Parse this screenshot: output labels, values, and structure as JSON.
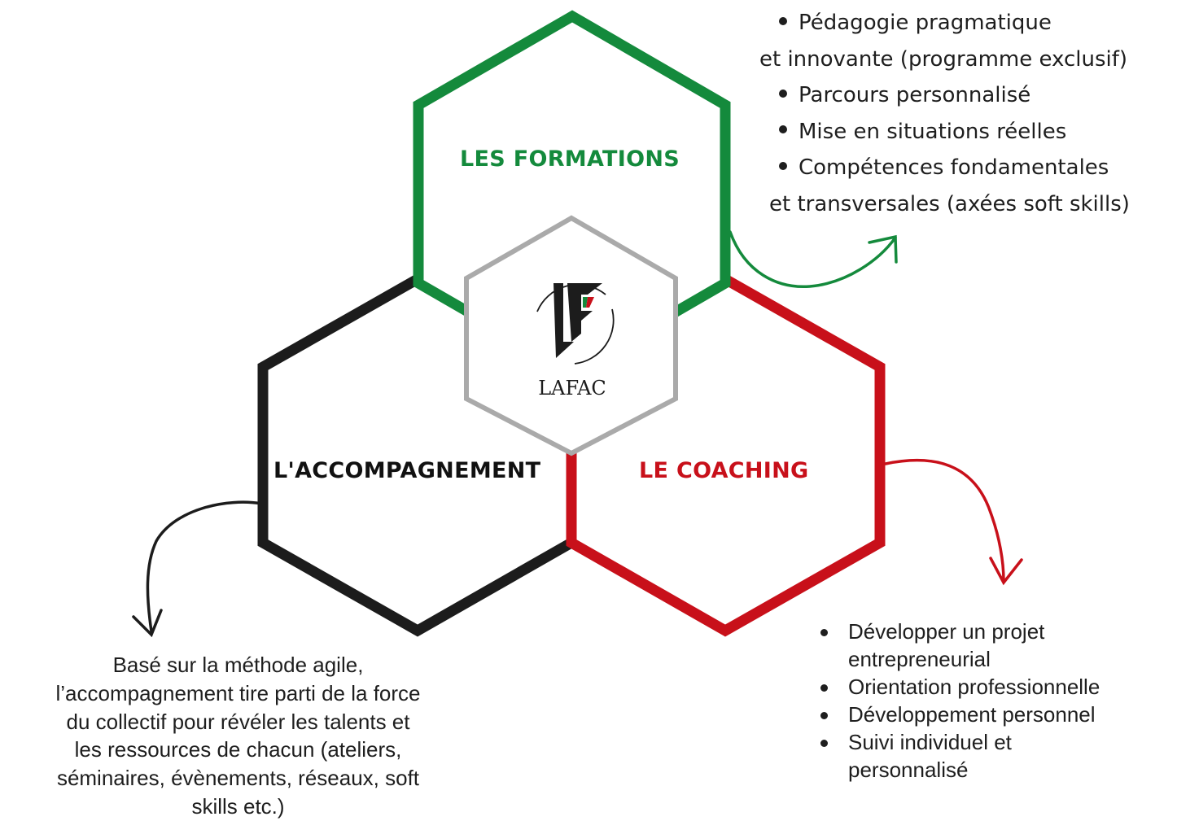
{
  "colors": {
    "formations": "#148a3c",
    "coaching": "#c8101a",
    "accompagnement": "#1c1c1c",
    "logo_hex": "#aaaaaa",
    "text": "#1e1e1e"
  },
  "hexagons": {
    "formations": {
      "title": "LES FORMATIONS"
    },
    "accompagnement": {
      "title": "L'ACCOMPAGNEMENT"
    },
    "coaching": {
      "title": "LE COACHING"
    }
  },
  "logo": {
    "text": "LAFAC",
    "icon": "lafac-logo-icon"
  },
  "formations_list": [
    {
      "text": "Pédagogie pragmatique",
      "bullet": true
    },
    {
      "text": "et innovante (programme exclusif)",
      "bullet": false
    },
    {
      "text": "Parcours personnalisé",
      "bullet": true
    },
    {
      "text": "Mise en situations réelles",
      "bullet": true
    },
    {
      "text": "Compétences fondamentales",
      "bullet": true
    },
    {
      "text": "et transversales (axées soft skills)",
      "bullet": false
    }
  ],
  "accompagnement_text": [
    "Basé sur la méthode agile,",
    "l’accompagnement tire parti de la force",
    "du collectif pour révéler les talents et",
    "les ressources de chacun (ateliers,",
    "séminaires, évènements, réseaux, soft",
    "skills etc.)"
  ],
  "coaching_list": [
    [
      "Développer un projet",
      "entrepreneurial"
    ],
    [
      "Orientation professionnelle"
    ],
    [
      "Développement personnel"
    ],
    [
      "Suivi individuel et",
      "personnalisé"
    ]
  ]
}
